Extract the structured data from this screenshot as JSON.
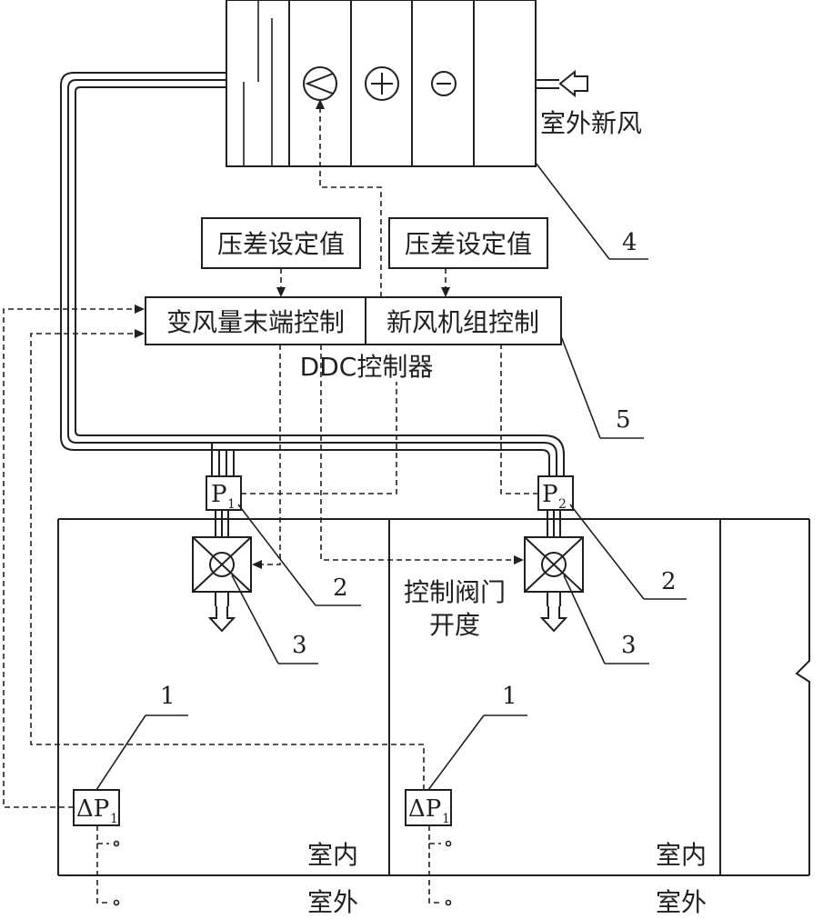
{
  "labels": {
    "outdoor_fresh_air": "室外新风",
    "setpoint_left": "压差设定值",
    "setpoint_right": "压差设定值",
    "vav_terminal_control": "变风量末端控制",
    "fresh_air_unit_control": "新风机组控制",
    "ddc_controller": "DDC控制器",
    "control_valve_opening_line1": "控制阀门",
    "control_valve_opening_line2": "开度",
    "indoor_left": "室内",
    "indoor_right": "室内",
    "outdoor_left": "室外",
    "outdoor_right": "室外"
  },
  "sensors": {
    "p1_main": "P",
    "p1_sub": "1",
    "p2_main": "P",
    "p2_sub": "2",
    "dp_left_main": "ΔP",
    "dp_left_sub": "1",
    "dp_right_main": "ΔP",
    "dp_right_sub": "1"
  },
  "callouts": {
    "n1_left": "1",
    "n1_right": "1",
    "n2_left": "2",
    "n2_right": "2",
    "n3_left": "3",
    "n3_right": "3",
    "n4": "4",
    "n5": "5"
  }
}
